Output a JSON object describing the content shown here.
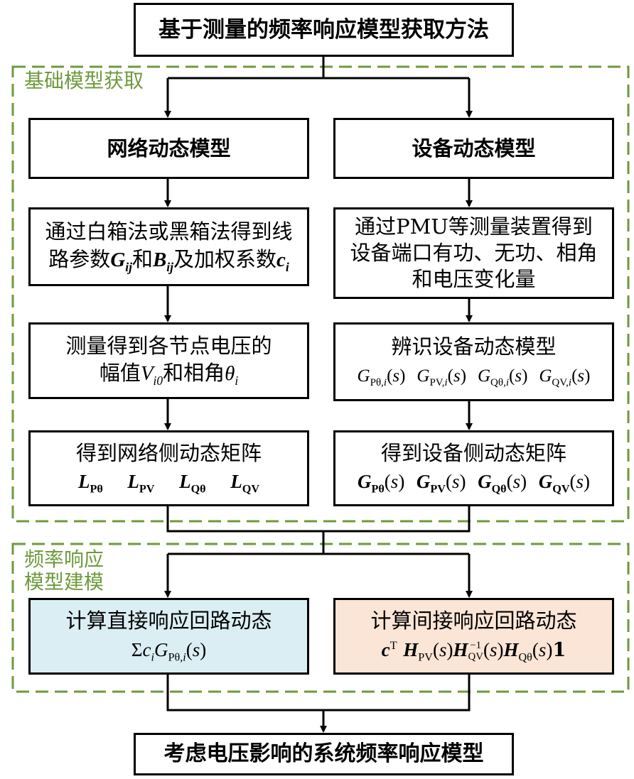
{
  "title": "基于测量的频率响应模型获取方法",
  "section1_label": "基础模型获取",
  "section2_label": [
    "频率响应",
    "模型建模"
  ],
  "left": {
    "header": "网络动态模型",
    "step1_line1": "通过白箱法或黑箱法得到线",
    "step1_line2": "路参数",
    "step1_and": "和",
    "step1_and2": "及加权系数",
    "step2_line1": "测量得到各节点电压的",
    "step2_line2": "幅值",
    "step2_and": "和相角",
    "step3_line1": "得到网络侧动态矩阵"
  },
  "right": {
    "header": "设备动态模型",
    "step1_lines": [
      "通过PMU等测量装置得到",
      "设备端口有功、无功、相角",
      "和电压变化量"
    ],
    "step2_line1": "辨识设备动态模型",
    "step3_line1": "得到设备侧动态矩阵"
  },
  "bottom_left": {
    "line1": "计算直接响应回路动态"
  },
  "bottom_right": {
    "line1": "计算间接响应回路动态"
  },
  "final": "考虑电压影响的系统频率响应模型",
  "colors": {
    "section_border": "#6e9a3c",
    "direct_fill": "#dbeef4",
    "indirect_fill": "#fbe5d6",
    "line": "#000000"
  }
}
